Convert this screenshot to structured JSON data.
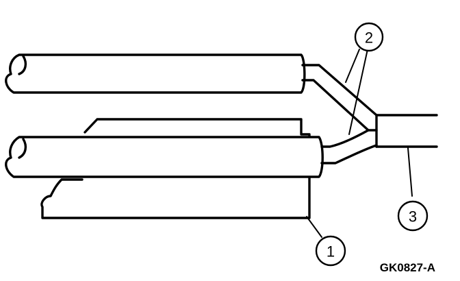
{
  "callouts": {
    "one": "1",
    "two": "2",
    "three": "3"
  },
  "figure_code": "GK0827-A",
  "colors": {
    "ink": "#000000",
    "paper": "#ffffff"
  }
}
